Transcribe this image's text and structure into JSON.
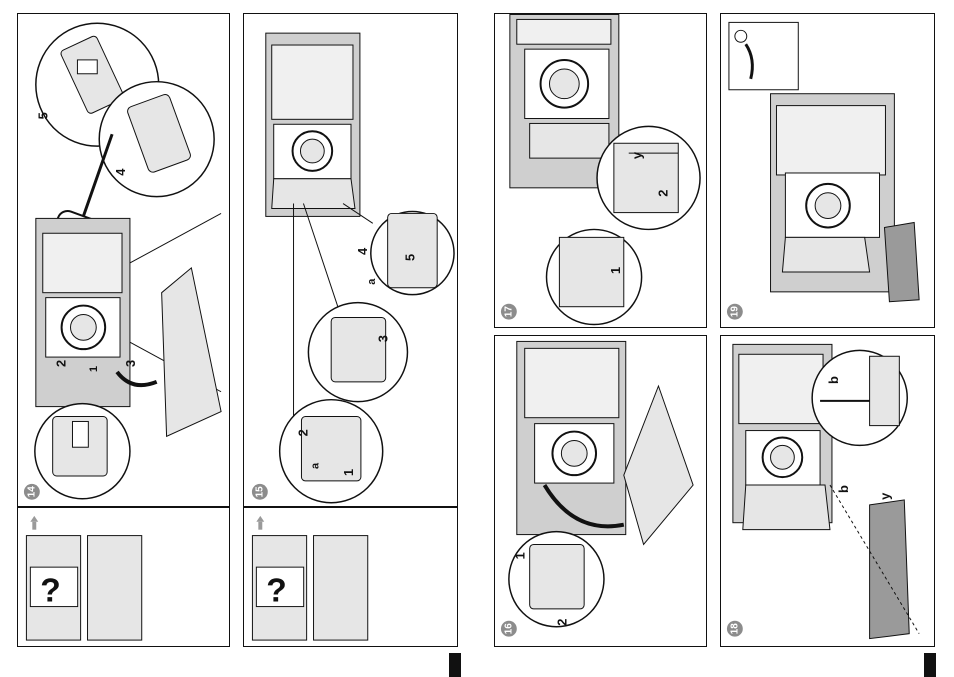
{
  "steps": {
    "s14": {
      "number": "14",
      "labels": {
        "l1": "1",
        "l2": "2",
        "l3": "3",
        "l4": "4",
        "l5": "5"
      }
    },
    "s15": {
      "number": "15",
      "labels": {
        "l1": "1",
        "l2": "2",
        "l3": "3",
        "l4": "4",
        "l5": "5",
        "a": "a"
      }
    },
    "s16": {
      "number": "16",
      "labels": {
        "l1": "1",
        "l2": "2"
      }
    },
    "s17": {
      "number": "17",
      "labels": {
        "l1": "1",
        "l2": "2",
        "y": "y"
      }
    },
    "s18": {
      "number": "18",
      "labels": {
        "b": "b",
        "y": "y"
      }
    },
    "s19": {
      "number": "19"
    }
  },
  "side_panels": {
    "question_mark": "?"
  },
  "colors": {
    "ink": "#111111",
    "badge": "#8c8c8c",
    "grey_fill": "#9a9a9a",
    "light_fill": "#e6e6e6"
  }
}
